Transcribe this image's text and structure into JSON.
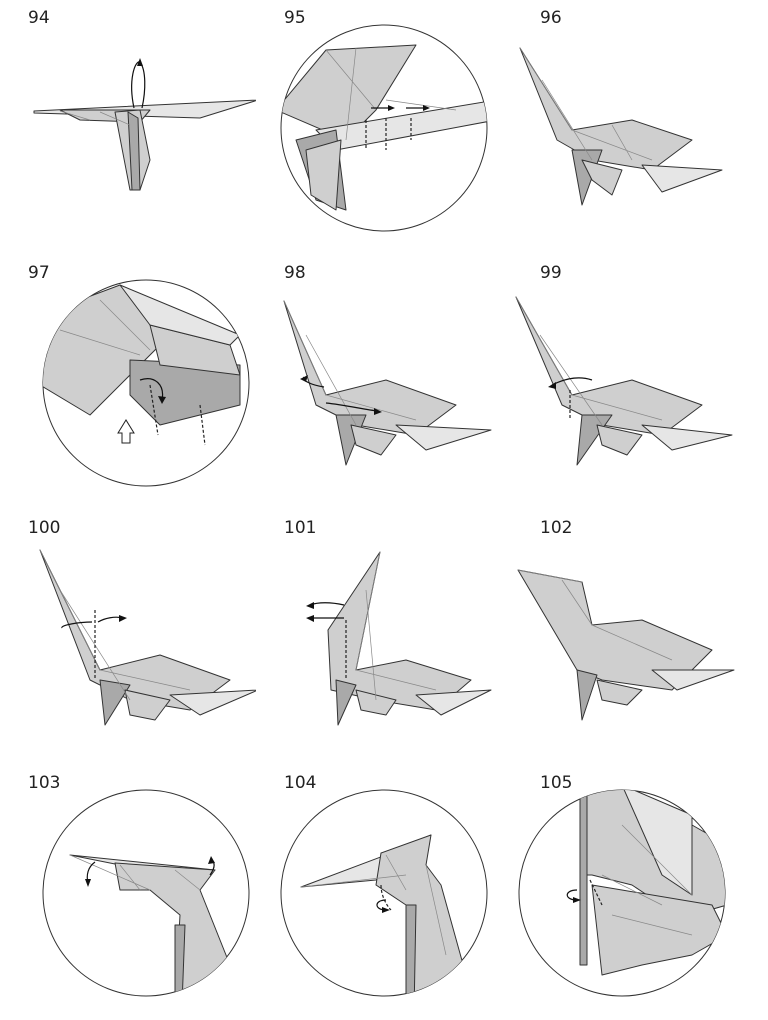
{
  "steps": [
    {
      "number": "94"
    },
    {
      "number": "95"
    },
    {
      "number": "96"
    },
    {
      "number": "97"
    },
    {
      "number": "98"
    },
    {
      "number": "99"
    },
    {
      "number": "100"
    },
    {
      "number": "101"
    },
    {
      "number": "102"
    },
    {
      "number": "103"
    },
    {
      "number": "104"
    },
    {
      "number": "105"
    }
  ]
}
